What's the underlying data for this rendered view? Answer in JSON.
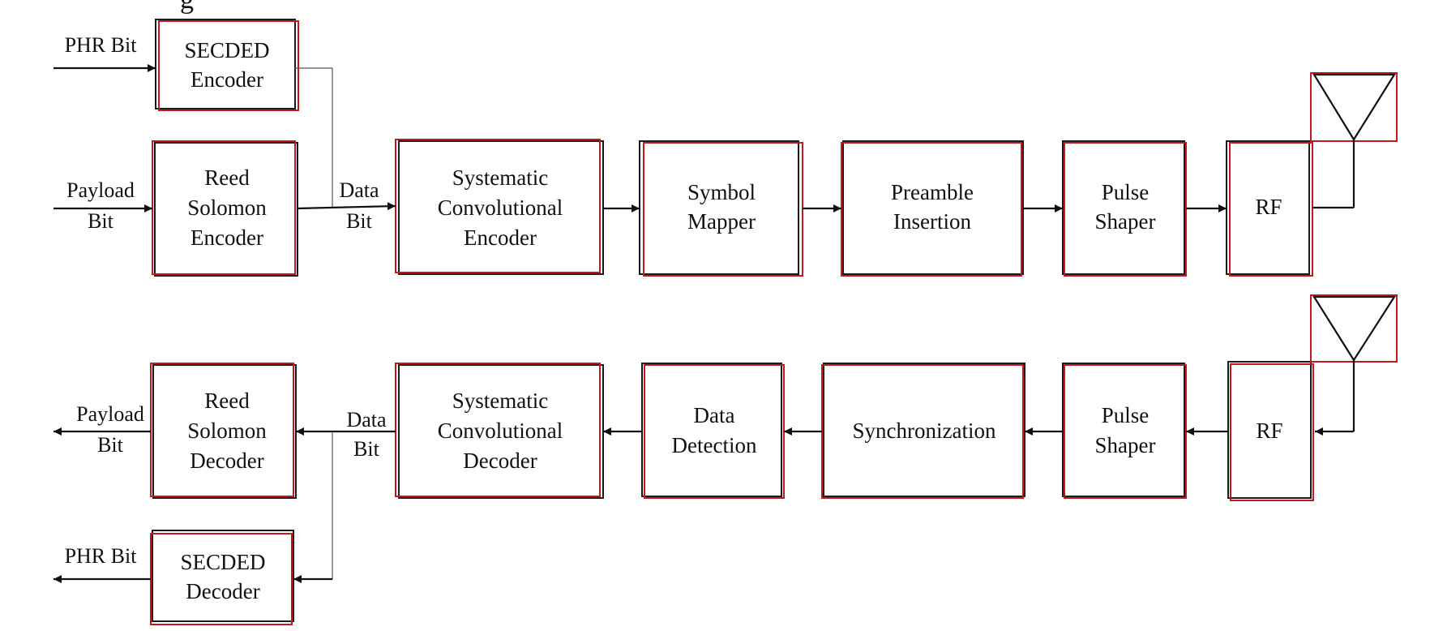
{
  "header_fragment": "g",
  "colors": {
    "box_outline": "#1a1a1a",
    "box_highlight": "#c0191f",
    "arrow": "#111111"
  },
  "transmitter": {
    "secded_encoder": [
      "SECDED",
      "Encoder"
    ],
    "reed_solomon_encoder": [
      "Reed",
      "Solomon",
      "Encoder"
    ],
    "systematic_convolutional_encoder": [
      "Systematic",
      "Convolutional",
      "Encoder"
    ],
    "symbol_mapper": [
      "Symbol",
      "Mapper"
    ],
    "preamble_insertion": [
      "Preamble",
      "Insertion"
    ],
    "pulse_shaper": [
      "Pulse",
      "Shaper"
    ],
    "rf": [
      "RF"
    ],
    "labels": {
      "phr_bit": "PHR Bit",
      "payload_bit": [
        "Payload",
        "Bit"
      ],
      "data_bit": [
        "Data",
        "Bit"
      ]
    }
  },
  "receiver": {
    "rf": [
      "RF"
    ],
    "pulse_shaper": [
      "Pulse",
      "Shaper"
    ],
    "synchronization": [
      "Synchronization"
    ],
    "data_detection": [
      "Data",
      "Detection"
    ],
    "systematic_convolutional_decoder": [
      "Systematic",
      "Convolutional",
      "Decoder"
    ],
    "reed_solomon_decoder": [
      "Reed",
      "Solomon",
      "Decoder"
    ],
    "secded_decoder": [
      "SECDED",
      "Decoder"
    ],
    "labels": {
      "payload_bit": [
        "Payload",
        "Bit"
      ],
      "phr_bit": "PHR Bit",
      "data_bit": [
        "Data",
        "Bit"
      ]
    }
  },
  "icons": {
    "antenna": "antenna-icon",
    "arrowhead": "arrowhead-icon"
  }
}
